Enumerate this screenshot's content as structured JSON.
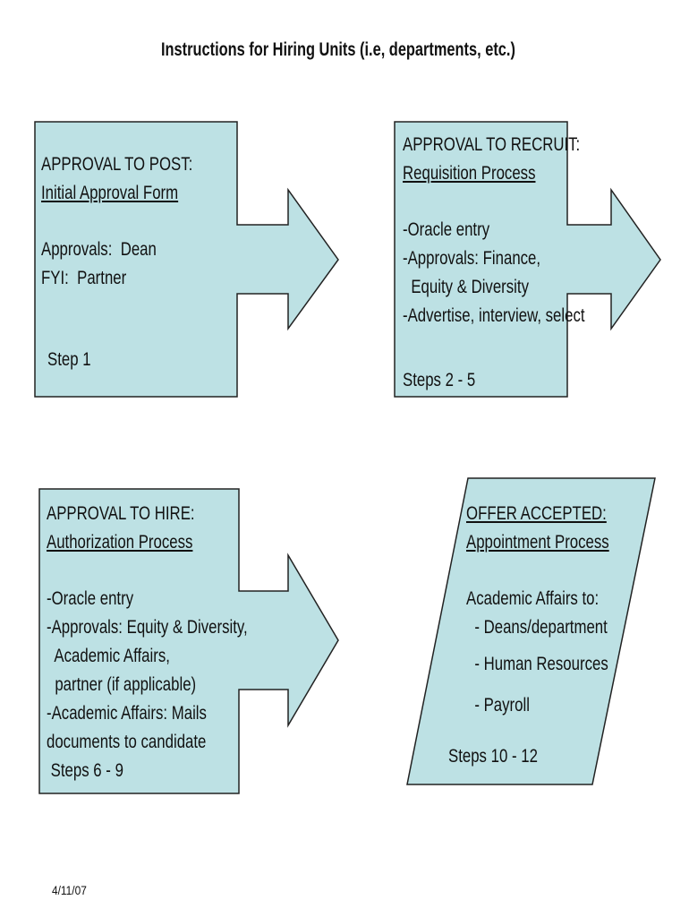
{
  "title": "Instructions for Hiring Units (i.e, departments, etc.)",
  "fill_color": "#bde1e4",
  "steps": [
    {
      "heading": "APPROVAL TO POST:",
      "subheading": "Initial Approval Form",
      "lines": [
        "Approvals:  Dean",
        "FYI:  Partner"
      ],
      "step": "Step 1"
    },
    {
      "heading": "APPROVAL TO RECRUIT:",
      "subheading": "Requisition Process",
      "lines": [
        "-Oracle entry",
        "-Approvals: Finance,",
        "  Equity & Diversity",
        "-Advertise, interview, select"
      ],
      "step": "Steps 2 - 5"
    },
    {
      "heading": "APPROVAL TO HIRE:",
      "subheading": "Authorization Process",
      "lines": [
        "-Oracle entry",
        "-Approvals: Equity & Diversity,",
        "  Academic Affairs,",
        "  partner (if applicable)",
        "-Academic Affairs: Mails",
        "documents to candidate"
      ],
      "step": " Steps 6 - 9"
    },
    {
      "heading": "OFFER ACCEPTED:",
      "subheading": "Appointment Process",
      "lines": [
        "Academic Affairs to:",
        "  - Deans/department",
        "  - Human Resources",
        "  - Payroll"
      ],
      "step": "Steps 10 - 12"
    }
  ],
  "date": "4/11/07"
}
